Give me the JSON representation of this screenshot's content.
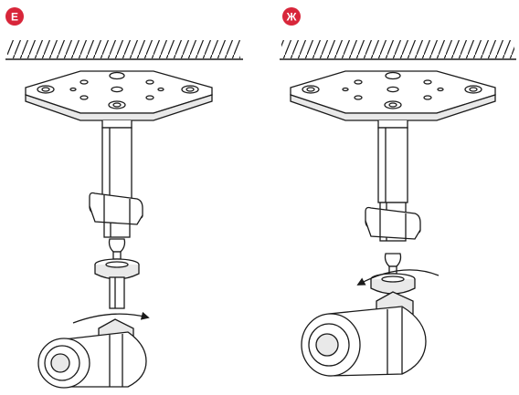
{
  "panels": [
    {
      "step_label": "E",
      "action": "insert-camera-onto-mount"
    },
    {
      "step_label": "Ж",
      "action": "rotate-locking-ring"
    }
  ],
  "colors": {
    "badge": "#d8263a",
    "badge_text": "#ffffff",
    "line": "#1a1a1a",
    "fill": "#ffffff",
    "shade": "#e9e9e9"
  },
  "icons": [
    "ceiling-hatch-icon",
    "rotation-arrow-icon"
  ]
}
